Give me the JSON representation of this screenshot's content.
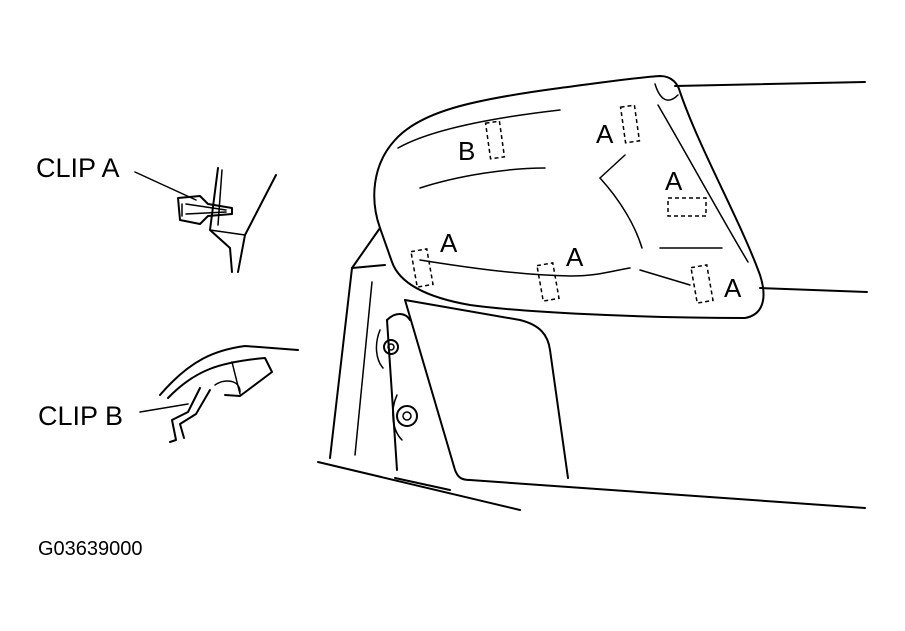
{
  "callouts": {
    "clip_a": "CLIP A",
    "clip_b": "CLIP B"
  },
  "markers": {
    "a": "A",
    "b": "B"
  },
  "figure_code": "G03639000"
}
